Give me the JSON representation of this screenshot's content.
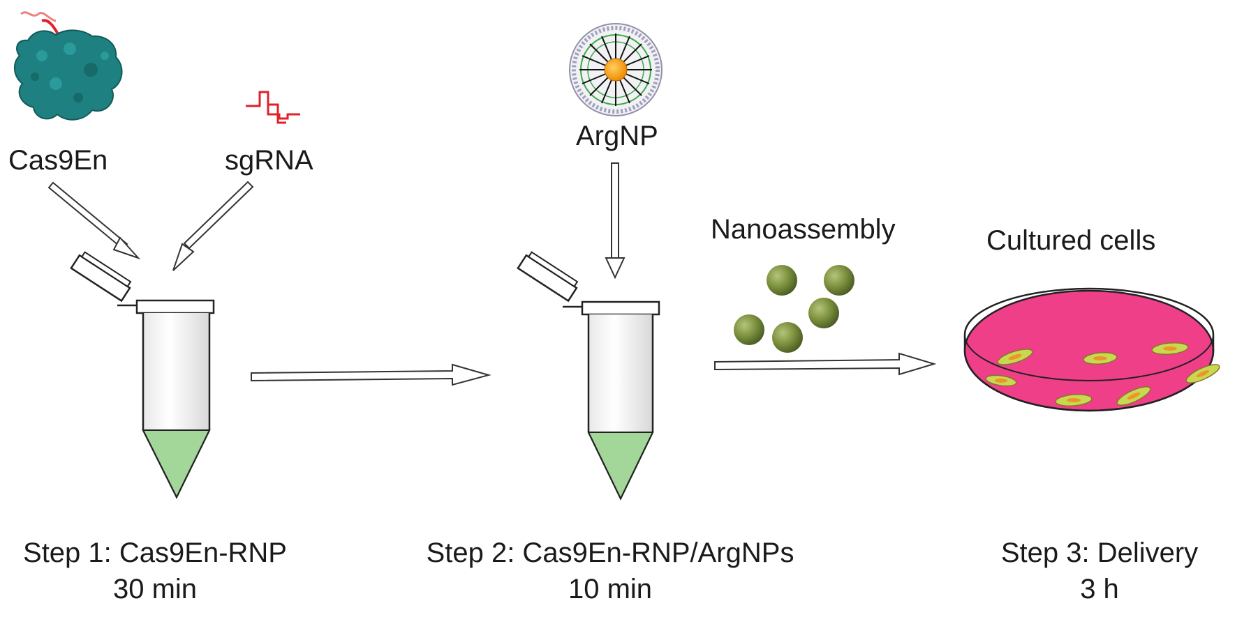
{
  "labels": {
    "cas9en": "Cas9En",
    "sgrna": "sgRNA",
    "argnp": "ArgNP",
    "nanoassembly": "Nanoassembly",
    "cultured_cells": "Cultured cells"
  },
  "steps": [
    {
      "title": "Step 1: Cas9En-RNP",
      "time": "30 min"
    },
    {
      "title": "Step 2: Cas9En-RNP/ArgNPs",
      "time": "10 min"
    },
    {
      "title": "Step 3: Delivery",
      "time": "3 h"
    }
  ],
  "colors": {
    "protein": "#1e8080",
    "rna": "#e0202a",
    "tube_liquid": "#a3d79a",
    "nanoparticle_core": "#f5a000",
    "nanoparticle_shell": "#3aa84a",
    "nanoassembly_sphere": "#7a8f3c",
    "dish_medium": "#ee3f88",
    "cell": "#c8d850"
  }
}
